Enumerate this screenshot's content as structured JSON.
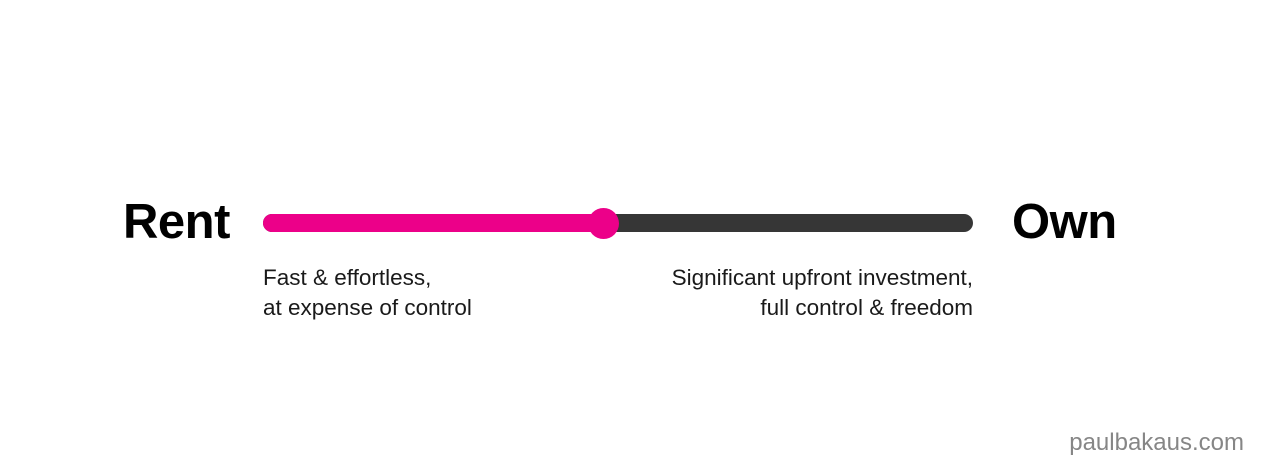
{
  "slider": {
    "left_pole_label": "Rent",
    "right_pole_label": "Own",
    "value_percent": 48,
    "fill_color": "#ec0089",
    "track_color": "#363636",
    "knob_color": "#ec0089"
  },
  "captions": {
    "left": {
      "line1": "Fast & effortless,",
      "line2": "at expense of control"
    },
    "right": {
      "line1": "Significant upfront investment,",
      "line2": "full control & freedom"
    }
  },
  "watermark": {
    "text": "paulbakaus.com",
    "color": "#868686"
  }
}
